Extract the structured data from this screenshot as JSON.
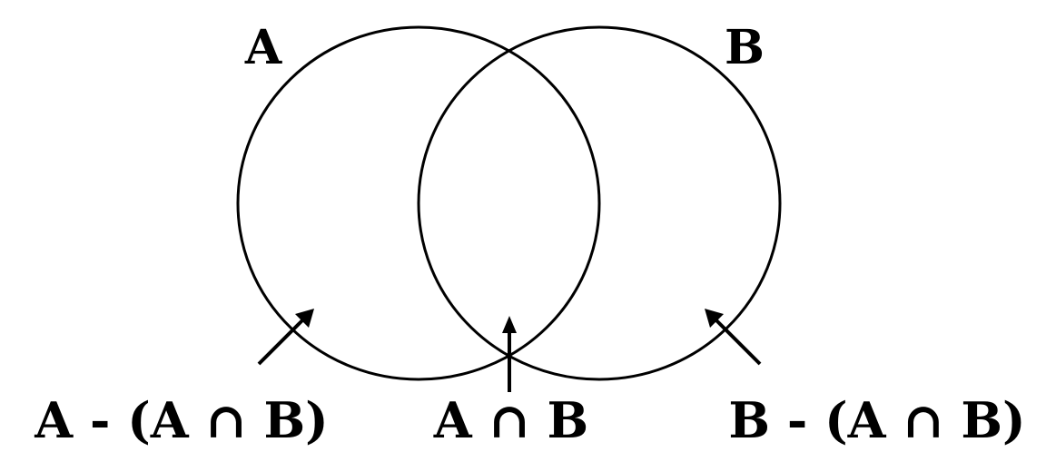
{
  "diagram": {
    "sets": [
      {
        "label": "A"
      },
      {
        "label": "B"
      }
    ],
    "regions": [
      {
        "id": "a_only",
        "label": "A - (A ∩ B)"
      },
      {
        "id": "intersection",
        "label": "A ∩ B"
      },
      {
        "id": "b_only",
        "label": "B - (A ∩ B)"
      }
    ],
    "colors": {
      "stroke": "#000000",
      "background": "#ffffff"
    }
  }
}
